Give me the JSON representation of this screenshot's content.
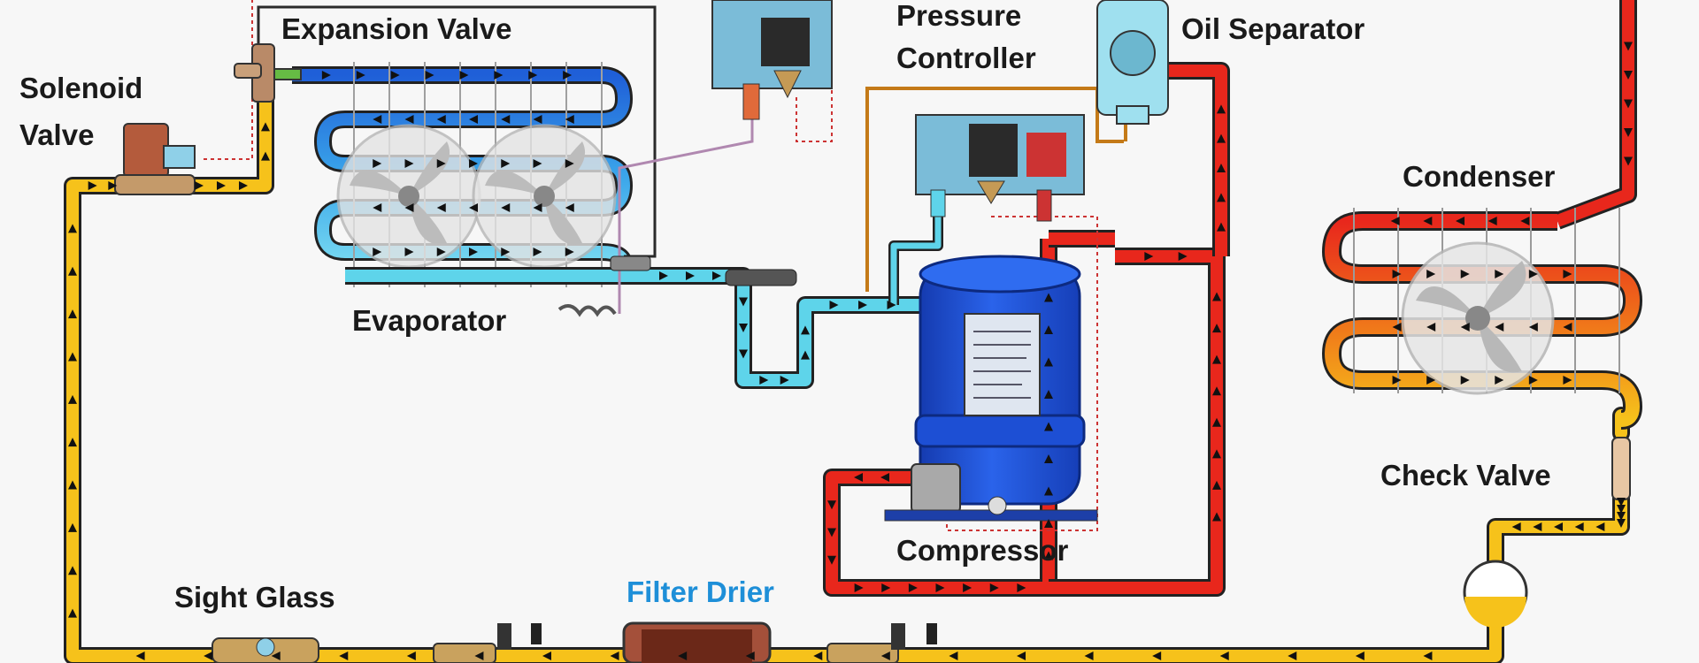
{
  "diagram": {
    "labels": {
      "expansion_valve": "Expansion Valve",
      "solenoid_valve_line1": "Solenoid",
      "solenoid_valve_line2": "Valve",
      "pressure_controller_line1": "Pressure",
      "pressure_controller_line2": "Controller",
      "oil_separator": "Oil Separator",
      "condenser": "Condenser",
      "evaporator": "Evaporator",
      "check_valve": "Check Valve",
      "compressor": "Compressor",
      "sight_glass": "Sight Glass",
      "filter_drier": "Filter Drier"
    },
    "colors": {
      "liquid_line": "#f6c21b",
      "suction_line": "#5ed4ea",
      "discharge_line": "#e8271c",
      "evaporator_coil": "#2f8fe0",
      "compressor_body": "#1f4fd6",
      "filter_drier_label": "#1e8fd8",
      "flow_arrow": "#111111"
    },
    "icons": [
      "fan-icon",
      "flow-arrow-icon"
    ]
  }
}
